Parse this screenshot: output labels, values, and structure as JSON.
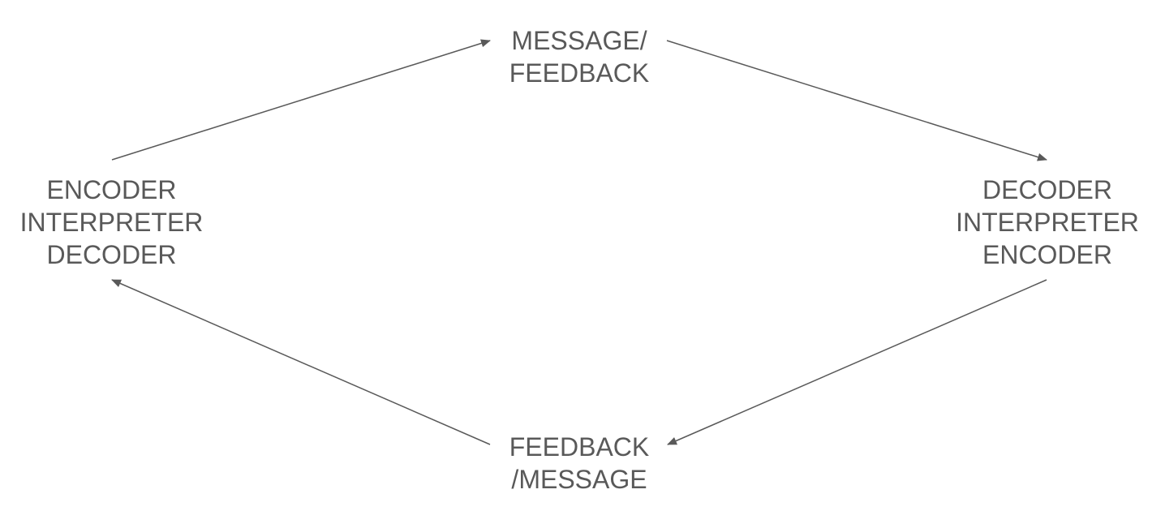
{
  "colors": {
    "text": "#595959",
    "arrow": "#595959",
    "background": "#ffffff"
  },
  "nodes": {
    "top": {
      "lines": [
        "MESSAGE/",
        "FEEDBACK"
      ]
    },
    "left": {
      "lines": [
        "ENCODER",
        "INTERPRETER",
        "DECODER"
      ]
    },
    "right": {
      "lines": [
        "DECODER",
        "INTERPRETER",
        "ENCODER"
      ]
    },
    "bottom": {
      "lines": [
        "FEEDBACK",
        "/MESSAGE"
      ]
    }
  },
  "edges": [
    {
      "from": "left",
      "to": "top"
    },
    {
      "from": "top",
      "to": "right"
    },
    {
      "from": "right",
      "to": "bottom"
    },
    {
      "from": "bottom",
      "to": "left"
    }
  ]
}
